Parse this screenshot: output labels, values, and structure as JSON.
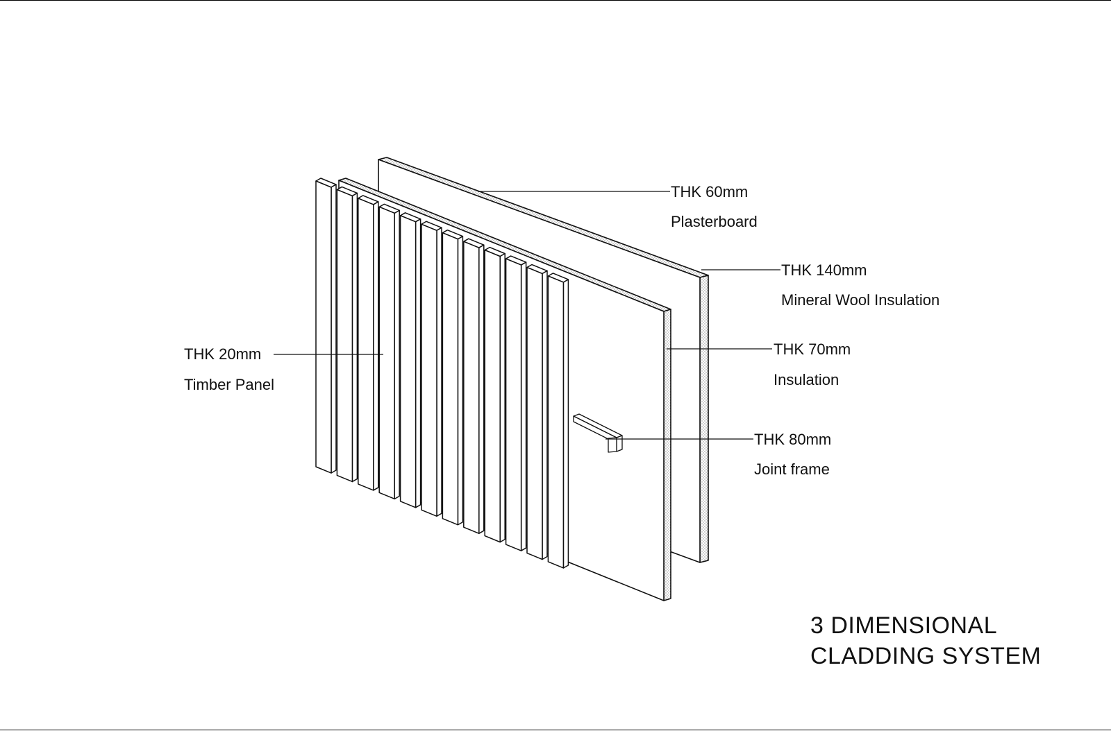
{
  "title": {
    "line1": "3 DIMENSIONAL",
    "line2": "CLADDING SYSTEM"
  },
  "layers": [
    {
      "id": "plasterboard",
      "thickness": "THK 60mm",
      "name": "Plasterboard"
    },
    {
      "id": "mineral-wool",
      "thickness": "THK 140mm",
      "name": "Mineral Wool Insulation"
    },
    {
      "id": "insulation",
      "thickness": "THK 70mm",
      "name": "Insulation"
    },
    {
      "id": "joint-frame",
      "thickness": "THK 80mm",
      "name": "Joint frame"
    },
    {
      "id": "timber-panel",
      "thickness": "THK 20mm",
      "name": "Timber Panel"
    }
  ],
  "timber_panel_count": 12,
  "colors": {
    "line": "#111111",
    "fill": "#ffffff",
    "hatch": "#9a9a9a"
  }
}
